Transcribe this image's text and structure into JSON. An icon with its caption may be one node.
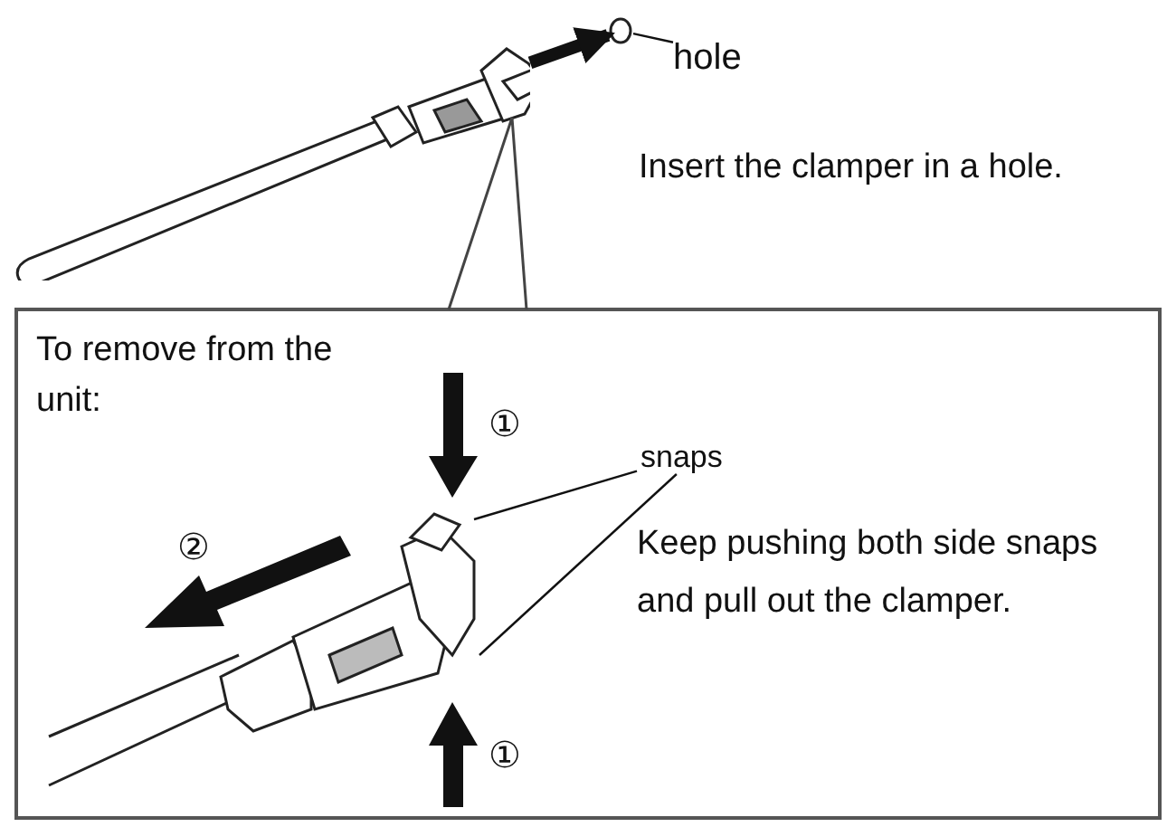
{
  "diagram": {
    "nodes": [
      {
        "text": [],
        "shape": "picture"
      },
      {
        "text": [],
        "shape": "circle"
      },
      {
        "text": [
          "hole"
        ]
      },
      {
        "text": [
          "To remove from the unit:"
        ]
      },
      {
        "text": [
          "snaps"
        ],
        "in": 3
      },
      {
        "text": [],
        "shape": "picture",
        "in": 3
      }
    ],
    "edges": [
      {
        "from": 0,
        "to": 1,
        "arrow": "to",
        "style": "thick"
      },
      {
        "from": 2,
        "to": 1,
        "arrow": "none"
      },
      {
        "from": 4,
        "to": 5,
        "arrow": "none"
      },
      {
        "from": 4,
        "to": 5,
        "arrow": "none"
      }
    ],
    "labels": [
      "Insert the clamper in a hole.",
      "①",
      "②",
      "Keep pushing both side snaps and pull out the clamper.",
      "①"
    ]
  }
}
